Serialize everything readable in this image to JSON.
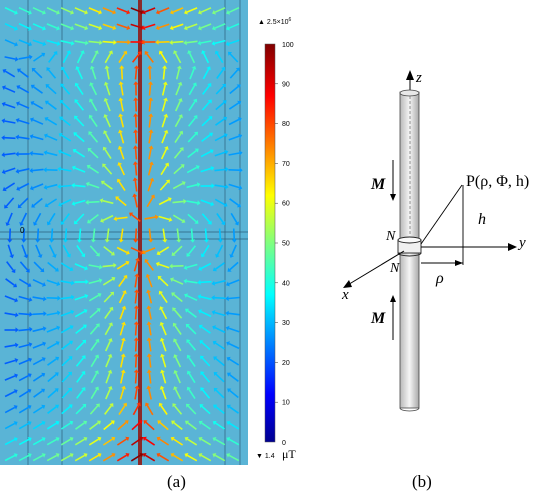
{
  "panel_a": {
    "caption": "(a)",
    "colorbar": {
      "max_label": "100",
      "ticks": [
        "90",
        "80",
        "70",
        "60",
        "50",
        "40",
        "30",
        "20",
        "10"
      ],
      "min_label": "0",
      "unit": "μT",
      "top_annotation": "▲ 2.5×10",
      "top_annotation_exp": "6",
      "bottom_annotation": "▼ 1.4"
    },
    "axis_zero_label": "0",
    "colors": {
      "background": "#5ab4d6",
      "frame_line": "#2b5f7a",
      "conductor": "#8a2a2a"
    }
  },
  "panel_b": {
    "caption": "(b)",
    "axis_z": "z",
    "axis_y": "y",
    "axis_x": "x",
    "point_label": "P(ρ, Φ, h)",
    "h_label": "h",
    "rho_label": "ρ",
    "m_upper": "M",
    "m_lower": "M",
    "n_upper": "N",
    "n_lower": "N"
  }
}
